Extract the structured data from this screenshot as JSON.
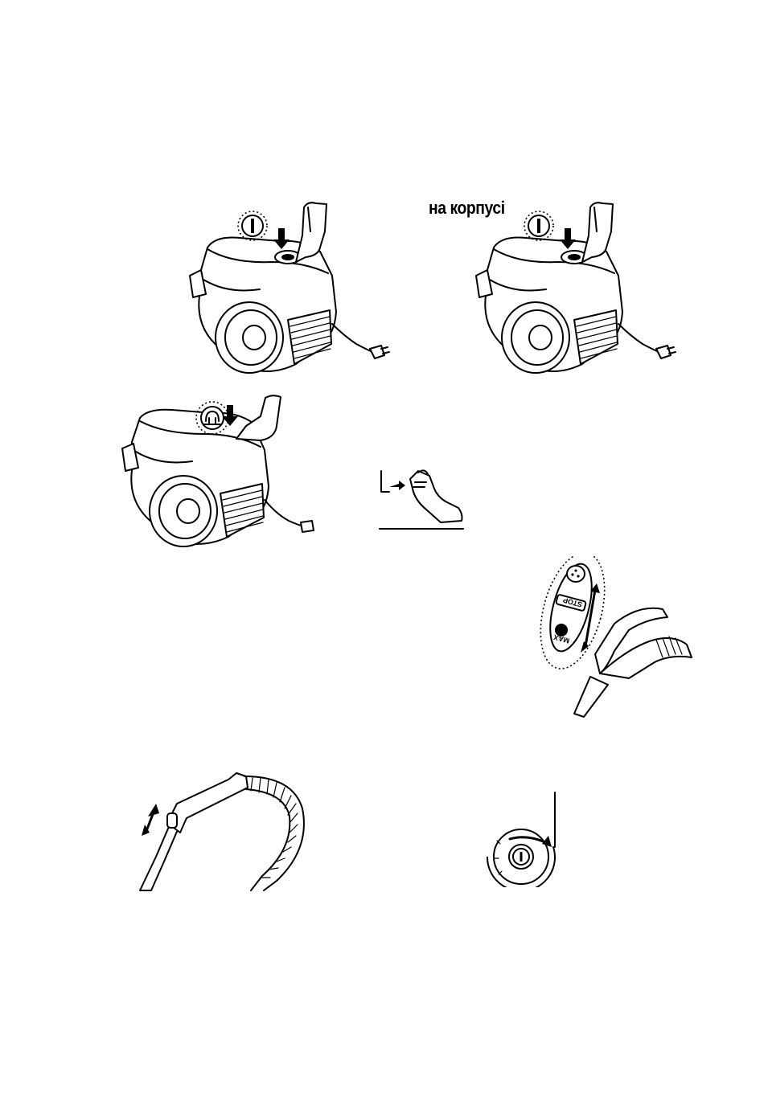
{
  "caption": "на корпусі",
  "figures": {
    "power_on_left": {
      "icon": "power-i-icon"
    },
    "power_on_right": {
      "icon": "power-i-icon"
    },
    "cord_rewind": {
      "icon": "cord-rewind-icon"
    },
    "unplug": {
      "icon": "plug-icon"
    },
    "handle_suction": {
      "labels": [
        "STOP",
        "MAX"
      ]
    },
    "telescopic_tube": {
      "icon": "adjust-arrow-icon"
    },
    "power_dial": {
      "icon": "power-i-icon"
    }
  }
}
